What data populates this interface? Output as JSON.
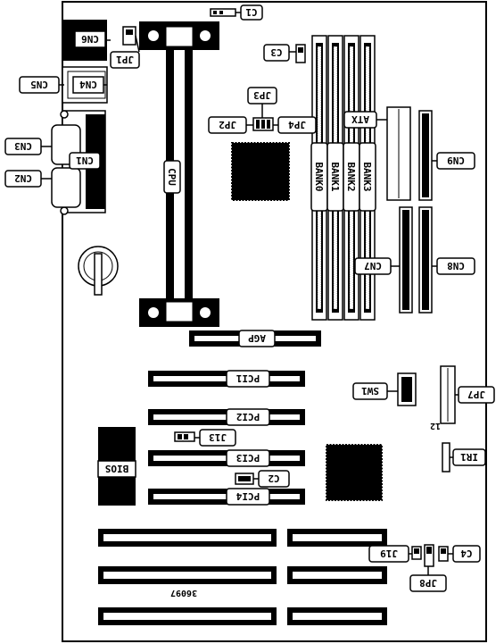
{
  "labels": {
    "cn1": "CN1",
    "cn2": "CN2",
    "cn3": "CN3",
    "cn4": "CN4",
    "cn5": "CN5",
    "cn6": "CN6",
    "cn7": "CN7",
    "cn8": "CN8",
    "cn9": "CN9",
    "c1": "C1",
    "c2": "C2",
    "c3": "C3",
    "c4": "C4",
    "jp1": "JP1",
    "jp2": "JP2",
    "jp3": "JP3",
    "jp4": "JP4",
    "jp7": "JP7",
    "jp8": "JP8",
    "j13": "J13",
    "j19": "J19",
    "ir1": "IR1",
    "sw1": "SW1",
    "atx": "ATX",
    "cpu": "CPU",
    "agp": "AGP",
    "bios": "BIOS",
    "pci1": "PCI1",
    "pci2": "PCI2",
    "pci3": "PCI3",
    "pci4": "PCI4",
    "bank0": "BANK0",
    "bank1": "BANK1",
    "bank2": "BANK2",
    "bank3": "BANK3",
    "pin12": "12",
    "board_id": "36097"
  },
  "colors": {
    "ink": "#000000",
    "paper": "#ffffff"
  }
}
